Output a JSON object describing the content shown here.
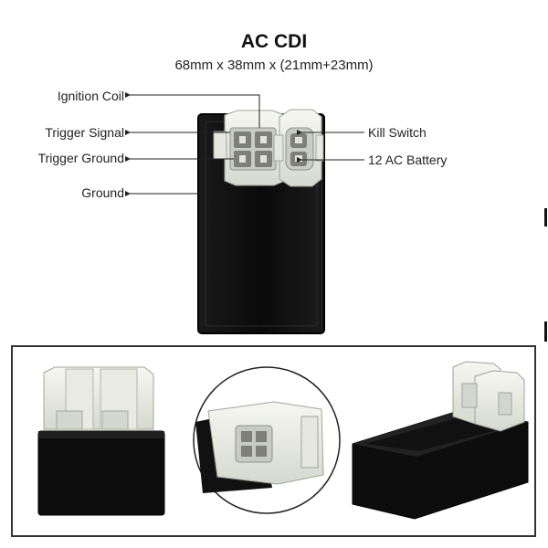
{
  "header": {
    "title": "AC CDI",
    "dimensions": "68mm x 38mm x (21mm+23mm)"
  },
  "labels": {
    "left": [
      "Ignition Coil",
      "Trigger Signal",
      "Trigger Ground",
      "Ground"
    ],
    "right": [
      "Kill Switch",
      "12 AC Battery"
    ]
  },
  "colors": {
    "body": "#0d0d0d",
    "connector": "#eef0ea",
    "frame": "#333333"
  },
  "icons": [
    "arrow-left-icon",
    "arrow-right-icon"
  ]
}
